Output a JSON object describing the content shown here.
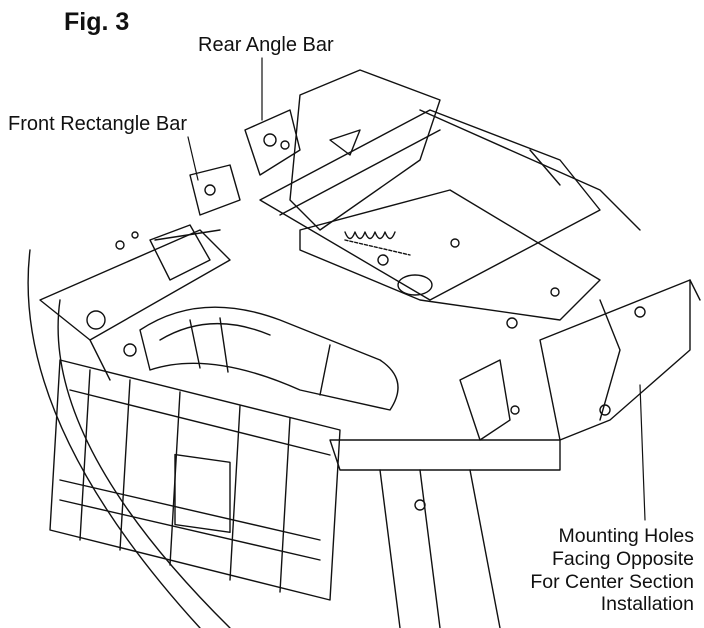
{
  "figure": {
    "title": "Fig. 3",
    "labels": {
      "rear_angle_bar": "Rear Angle Bar",
      "front_rectangle_bar": "Front Rectangle Bar",
      "mounting_holes": [
        "Mounting Holes",
        "Facing Opposite",
        "For Center Section",
        "Installation"
      ]
    },
    "colors": {
      "ink": "#111111",
      "background": "#ffffff"
    }
  }
}
